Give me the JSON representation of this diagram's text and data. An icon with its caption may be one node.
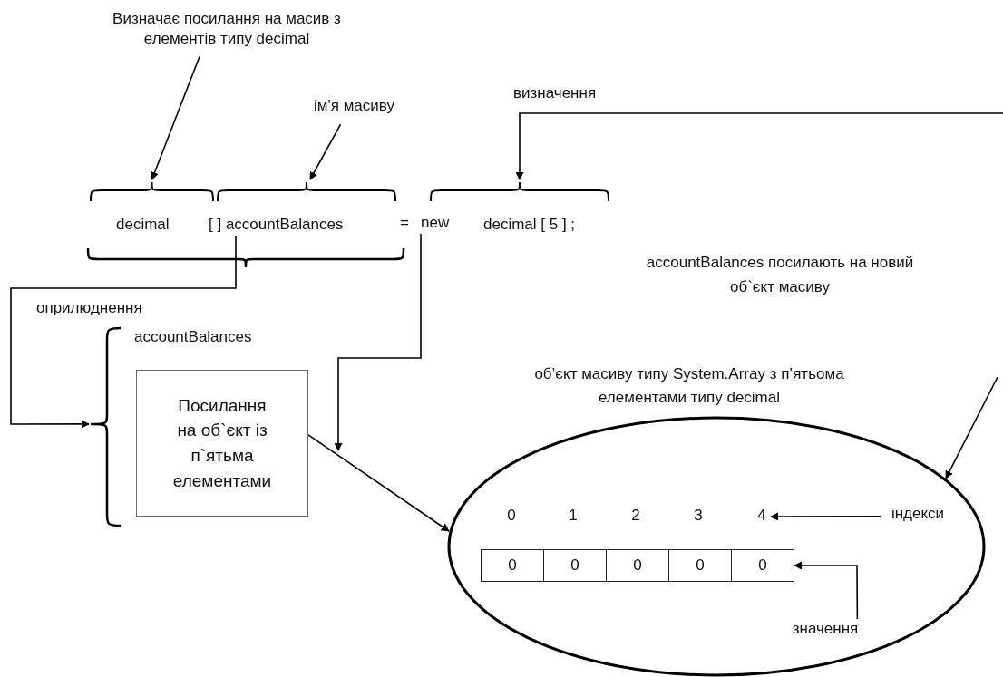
{
  "diagram": {
    "nodes": [
      {
        "text": [
          "Визначає посилання на масив з елементів типу decimal"
        ]
      },
      {
        "text": [
          "ім'я масиву"
        ]
      },
      {
        "text": [
          "decimal"
        ]
      },
      {
        "text": [
          "[ ] accountBalances"
        ]
      },
      {
        "text": [
          "="
        ]
      },
      {
        "text": [
          "new"
        ]
      },
      {
        "text": [
          "decimal [ 5 ] ;"
        ]
      },
      {
        "text": [
          "accountBalances"
        ]
      },
      {
        "text": [
          "Посилання на об`єкт із п`ятьма елементами"
        ],
        "in": 7
      },
      {
        "text": [
          "об’єкт масиву типу System.Array з п’ятьома елементами типу decimal"
        ]
      },
      {
        "text": [
          "0"
        ],
        "in": 9
      },
      {
        "text": [
          "1"
        ],
        "in": 9
      },
      {
        "text": [
          "2"
        ],
        "in": 9
      },
      {
        "text": [
          "3"
        ],
        "in": 9
      },
      {
        "text": [
          "4"
        ],
        "in": 9
      },
      {
        "text": [
          "0"
        ],
        "in": 9
      },
      {
        "text": [
          "0"
        ],
        "in": 9
      },
      {
        "text": [
          "0"
        ],
        "in": 9
      },
      {
        "text": [
          "0"
        ],
        "in": 9
      },
      {
        "text": [
          "0"
        ],
        "in": 9
      },
      {
        "text": [
          "індекси"
        ],
        "in": 9
      },
      {
        "text": [
          "значення"
        ],
        "in": 9
      }
    ],
    "edges": [
      {
        "from": 0,
        "to": 2,
        "arrow": "to"
      },
      {
        "from": 1,
        "to": 3,
        "arrow": "to"
      },
      {
        "from": null,
        "to": 6,
        "arrow": "to",
        "label": "визначення"
      },
      {
        "from": 3,
        "to": 7,
        "arrow": "to",
        "label": "оприлюднення"
      },
      {
        "from": 5,
        "to": null,
        "arrow": "to"
      },
      {
        "from": 8,
        "to": 9,
        "arrow": "to"
      },
      {
        "from": null,
        "to": 9,
        "arrow": "to"
      },
      {
        "from": 20,
        "to": 14,
        "arrow": "to"
      },
      {
        "from": 21,
        "to": 19,
        "arrow": "to"
      }
    ],
    "labels": [
      "accountBalances посилають на новий об`єкт масиву"
    ]
  }
}
